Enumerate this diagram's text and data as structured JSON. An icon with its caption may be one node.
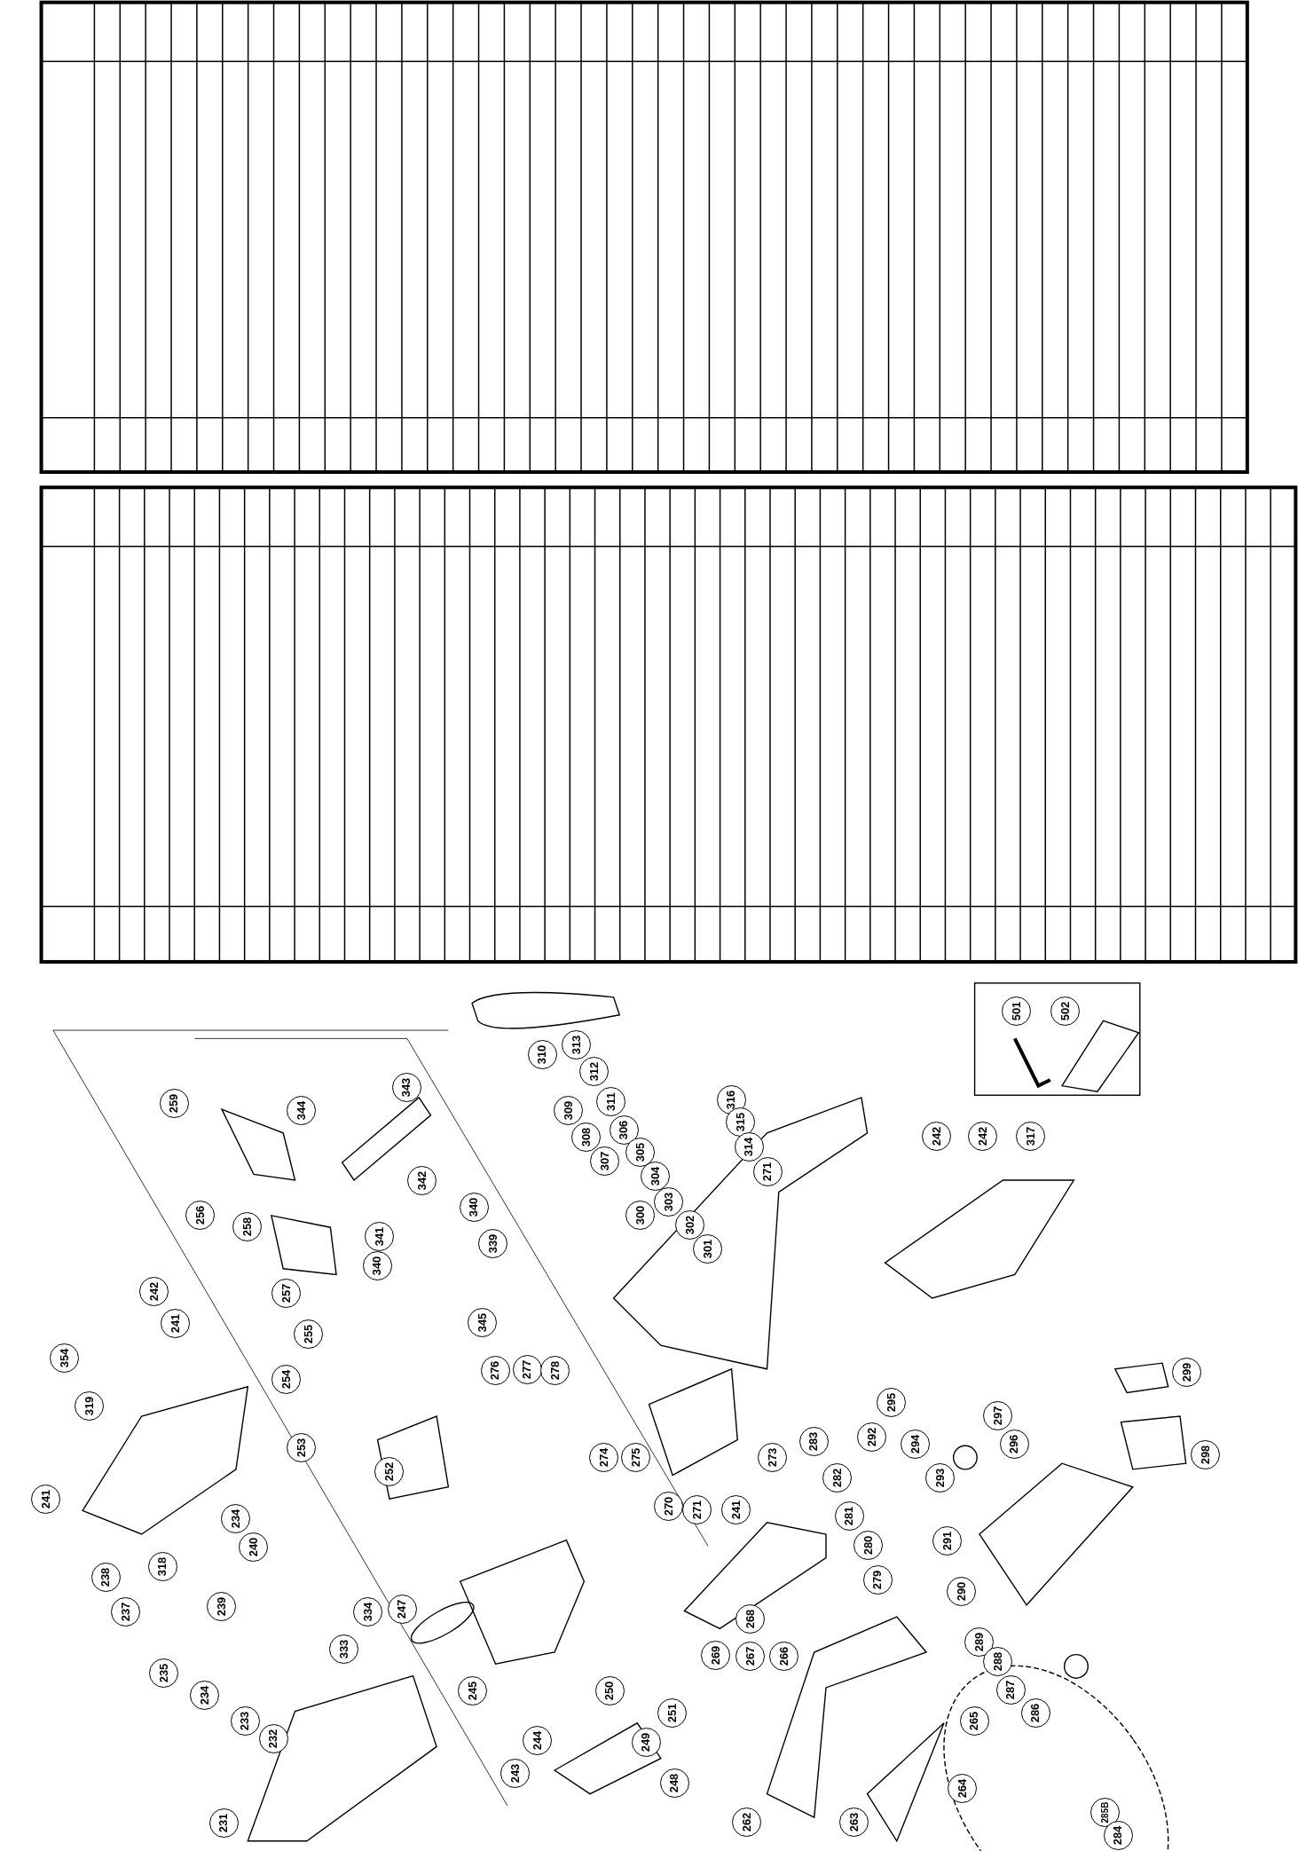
{
  "diagram": {
    "labels": [
      "259",
      "343",
      "344",
      "256",
      "258",
      "342",
      "340",
      "341",
      "340",
      "339",
      "257",
      "255",
      "345",
      "242",
      "241",
      "354",
      "254",
      "276",
      "277",
      "278",
      "319",
      "253",
      "252",
      "274",
      "275",
      "273",
      "283",
      "241",
      "234",
      "240",
      "270",
      "271",
      "241",
      "282",
      "281",
      "280",
      "279",
      "318",
      "238",
      "237",
      "239",
      "334",
      "247",
      "333",
      "235",
      "234",
      "233",
      "232",
      "245",
      "250",
      "244",
      "243",
      "249",
      "251",
      "248",
      "231",
      "262",
      "263",
      "264",
      "265",
      "269",
      "268",
      "267",
      "266",
      "310",
      "313",
      "312",
      "311",
      "309",
      "308",
      "307",
      "306",
      "305",
      "304",
      "303",
      "300",
      "302",
      "301",
      "316",
      "315",
      "314",
      "271",
      "242",
      "242",
      "317",
      "501",
      "502",
      "299",
      "298",
      "295",
      "292",
      "294",
      "297",
      "296",
      "293",
      "291",
      "290",
      "289",
      "288",
      "287",
      "286",
      "285B",
      "284"
    ]
  }
}
